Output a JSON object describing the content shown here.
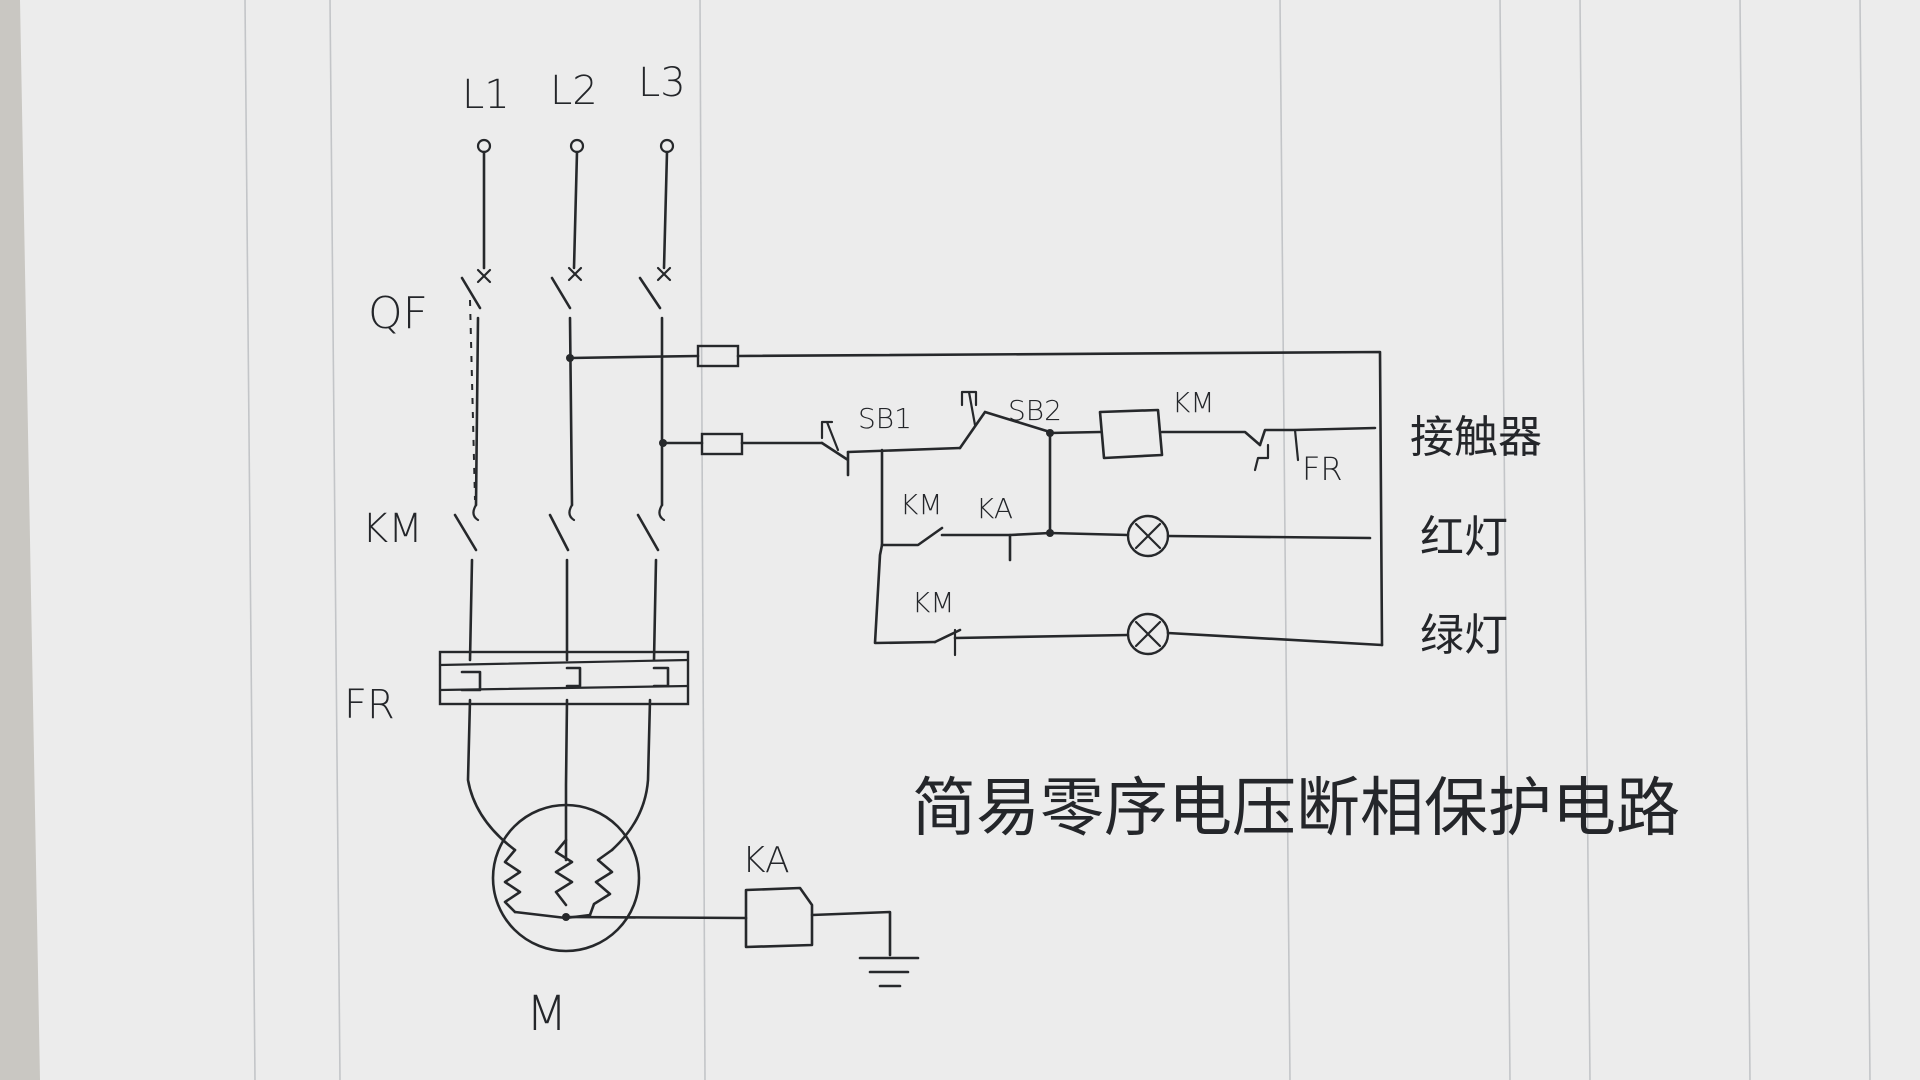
{
  "diagram": {
    "title": "简易零序电压断相保护电路",
    "labels": {
      "l1": "L1",
      "l2": "L2",
      "l3": "L3",
      "qf": "QF",
      "km_main": "KM",
      "fr_main": "FR",
      "motor": "M",
      "ka_coil": "KA",
      "sb1": "SB1",
      "sb2": "SB2",
      "km_coil": "KM",
      "fr_contact": "FR",
      "km_hold": "KM",
      "ka_contact": "KA",
      "km_green": "KM",
      "contactor": "接触器",
      "red_lamp": "红灯",
      "green_lamp": "绿灯"
    }
  }
}
